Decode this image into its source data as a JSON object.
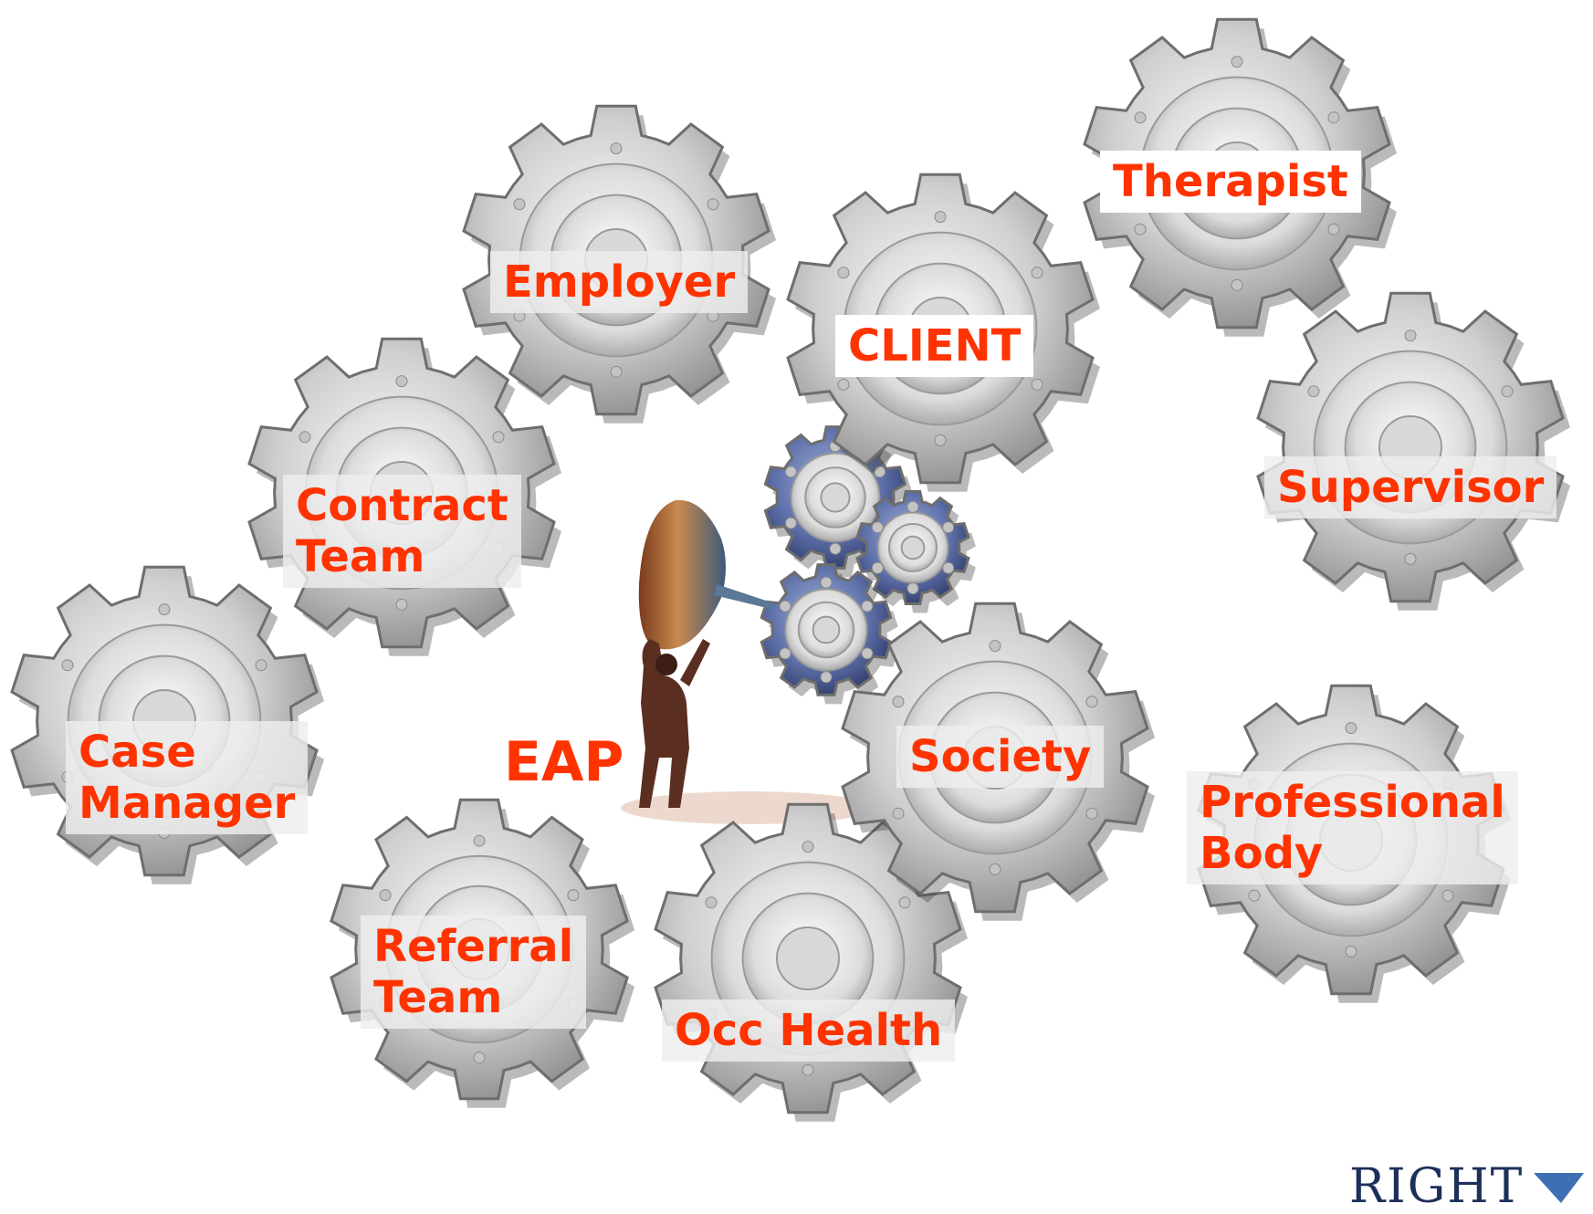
{
  "gears": [
    {
      "key": "employer",
      "label_lines": [
        "Employer"
      ]
    },
    {
      "key": "client",
      "label_lines": [
        "CLIENT"
      ]
    },
    {
      "key": "therapist",
      "label_lines": [
        "Therapist"
      ]
    },
    {
      "key": "supervisor",
      "label_lines": [
        "Supervisor"
      ]
    },
    {
      "key": "contract-team",
      "label_lines": [
        "Contract",
        "Team"
      ]
    },
    {
      "key": "case-manager",
      "label_lines": [
        "Case",
        "Manager"
      ]
    },
    {
      "key": "referral-team",
      "label_lines": [
        "Referral",
        "Team"
      ]
    },
    {
      "key": "occ-health",
      "label_lines": [
        "Occ Health"
      ]
    },
    {
      "key": "society",
      "label_lines": [
        "Society"
      ]
    },
    {
      "key": "professional-body",
      "label_lines": [
        "Professional",
        "Body"
      ]
    }
  ],
  "center_label": "EAP",
  "logo_text": "RIGHT",
  "colors": {
    "label_text": "#ff3300",
    "gear_light": "#f2f2f2",
    "gear_mid": "#b8b8b8",
    "gear_dark": "#6e6e6e",
    "blue_gear": "#5d6fa8",
    "logo": "#1d2f5a"
  }
}
